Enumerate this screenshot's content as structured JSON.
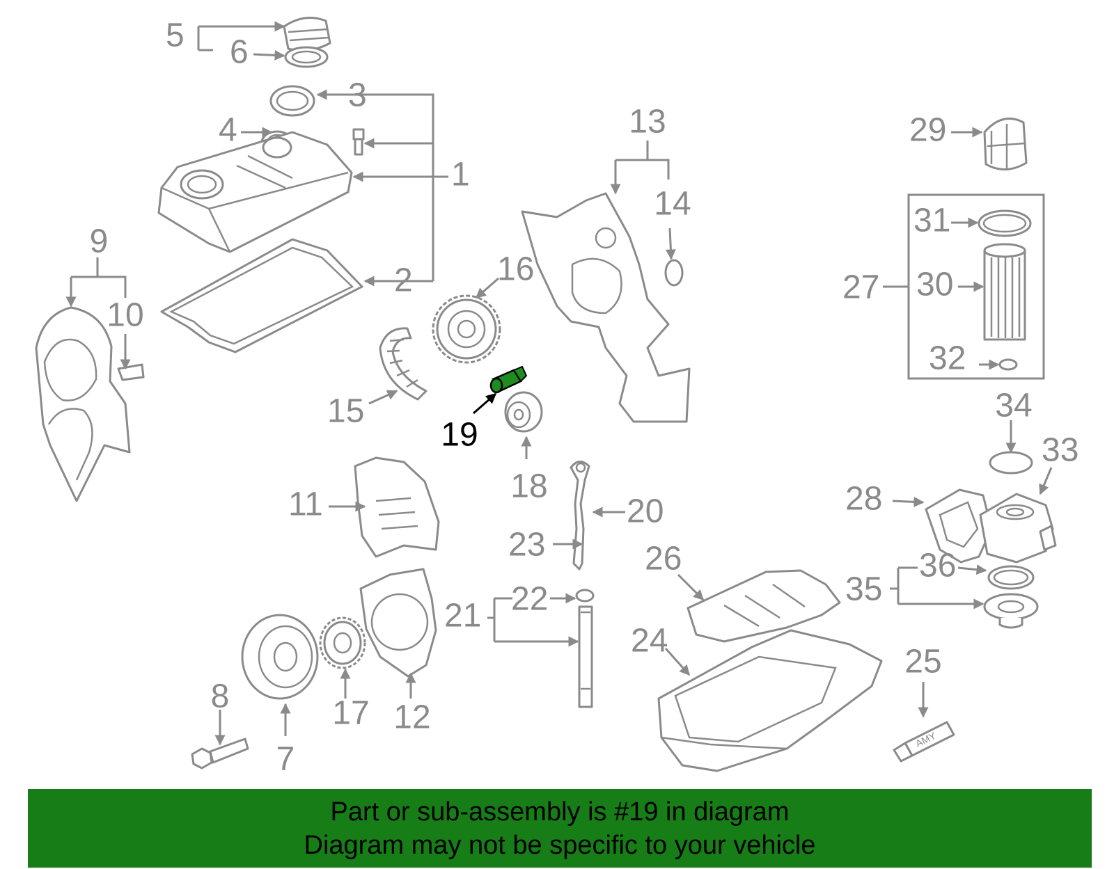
{
  "colors": {
    "line": "#8a8a8a",
    "highlight": "#1e8c1e",
    "banner": "#177d17",
    "highlight_label": "#000000"
  },
  "highlighted_part": "19",
  "callouts": [
    {
      "id": "c1",
      "label": "1"
    },
    {
      "id": "c2",
      "label": "2"
    },
    {
      "id": "c3",
      "label": "3"
    },
    {
      "id": "c4",
      "label": "4"
    },
    {
      "id": "c5",
      "label": "5"
    },
    {
      "id": "c6",
      "label": "6"
    },
    {
      "id": "c7",
      "label": "7"
    },
    {
      "id": "c8",
      "label": "8"
    },
    {
      "id": "c9",
      "label": "9"
    },
    {
      "id": "c10",
      "label": "10"
    },
    {
      "id": "c11",
      "label": "11"
    },
    {
      "id": "c12",
      "label": "12"
    },
    {
      "id": "c13",
      "label": "13"
    },
    {
      "id": "c14",
      "label": "14"
    },
    {
      "id": "c15",
      "label": "15"
    },
    {
      "id": "c16",
      "label": "16"
    },
    {
      "id": "c17",
      "label": "17"
    },
    {
      "id": "c18",
      "label": "18"
    },
    {
      "id": "c19",
      "label": "19"
    },
    {
      "id": "c20",
      "label": "20"
    },
    {
      "id": "c21",
      "label": "21"
    },
    {
      "id": "c22",
      "label": "22"
    },
    {
      "id": "c23",
      "label": "23"
    },
    {
      "id": "c24",
      "label": "24"
    },
    {
      "id": "c25",
      "label": "25"
    },
    {
      "id": "c26",
      "label": "26"
    },
    {
      "id": "c27",
      "label": "27"
    },
    {
      "id": "c28",
      "label": "28"
    },
    {
      "id": "c29",
      "label": "29"
    },
    {
      "id": "c30",
      "label": "30"
    },
    {
      "id": "c31",
      "label": "31"
    },
    {
      "id": "c32",
      "label": "32"
    },
    {
      "id": "c33",
      "label": "33"
    },
    {
      "id": "c34",
      "label": "34"
    },
    {
      "id": "c35",
      "label": "35"
    },
    {
      "id": "c36",
      "label": "36"
    }
  ],
  "tube_label": "AMY",
  "banner": {
    "line1": "Part or sub-assembly is #19 in diagram",
    "line2": "Diagram may not be specific to your vehicle"
  }
}
